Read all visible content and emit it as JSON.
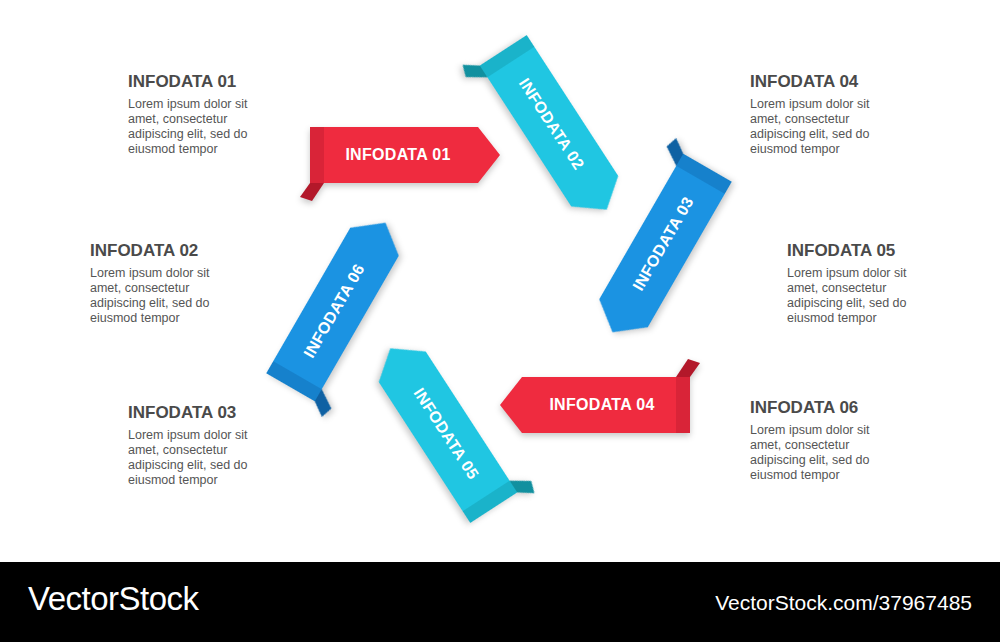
{
  "diagram": {
    "nodes": [
      {
        "text": [
          "INFODATA 01"
        ]
      },
      {
        "text": [
          "INFODATA 02"
        ]
      },
      {
        "text": [
          "INFODATA 03"
        ]
      },
      {
        "text": [
          "INFODATA 04"
        ]
      },
      {
        "text": [
          "INFODATA 05"
        ]
      },
      {
        "text": [
          "INFODATA 06"
        ]
      }
    ],
    "labels": [
      "INFODATA 01",
      "Lorem ipsum dolor sit amet, consectetur adipiscing elit, sed do eiusmod tempor",
      "INFODATA 02",
      "Lorem ipsum dolor sit amet, consectetur adipiscing elit, sed do eiusmod tempor",
      "INFODATA 03",
      "Lorem ipsum dolor sit amet, consectetur adipiscing elit, sed do eiusmod tempor",
      "INFODATA 04",
      "Lorem ipsum dolor sit amet, consectetur adipiscing elit, sed do eiusmod tempor",
      "INFODATA 05",
      "Lorem ipsum dolor sit amet, consectetur adipiscing elit, sed do eiusmod tempor",
      "INFODATA 06",
      "Lorem ipsum dolor sit amet, consectetur adipiscing elit, sed do eiusmod tempor",
      "VectorStock",
      "VectorStock.com/37967485"
    ]
  }
}
